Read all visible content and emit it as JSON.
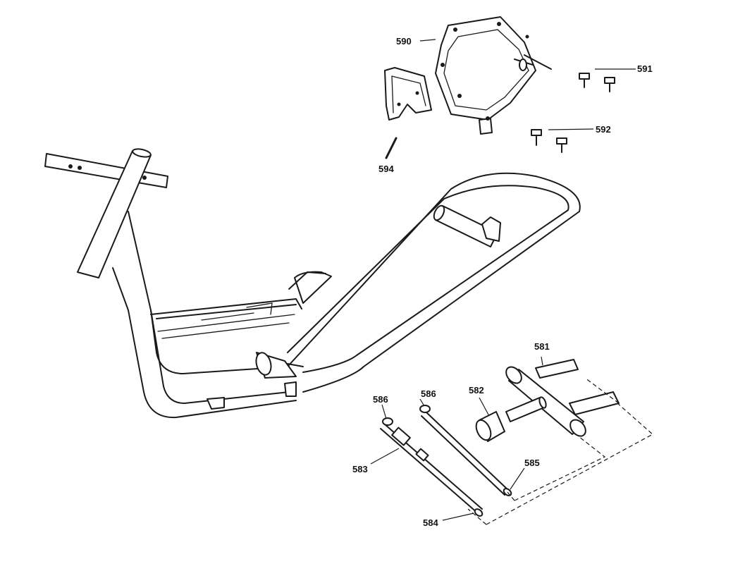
{
  "diagram": {
    "callouts": [
      {
        "id": "590",
        "text": "590"
      },
      {
        "id": "591",
        "text": "591"
      },
      {
        "id": "592",
        "text": "592"
      },
      {
        "id": "594",
        "text": "594"
      },
      {
        "id": "581",
        "text": "581"
      },
      {
        "id": "582",
        "text": "582"
      },
      {
        "id": "583",
        "text": "583"
      },
      {
        "id": "584",
        "text": "584"
      },
      {
        "id": "585",
        "text": "585"
      },
      {
        "id": "586a",
        "text": "586"
      },
      {
        "id": "586b",
        "text": "586"
      }
    ]
  }
}
